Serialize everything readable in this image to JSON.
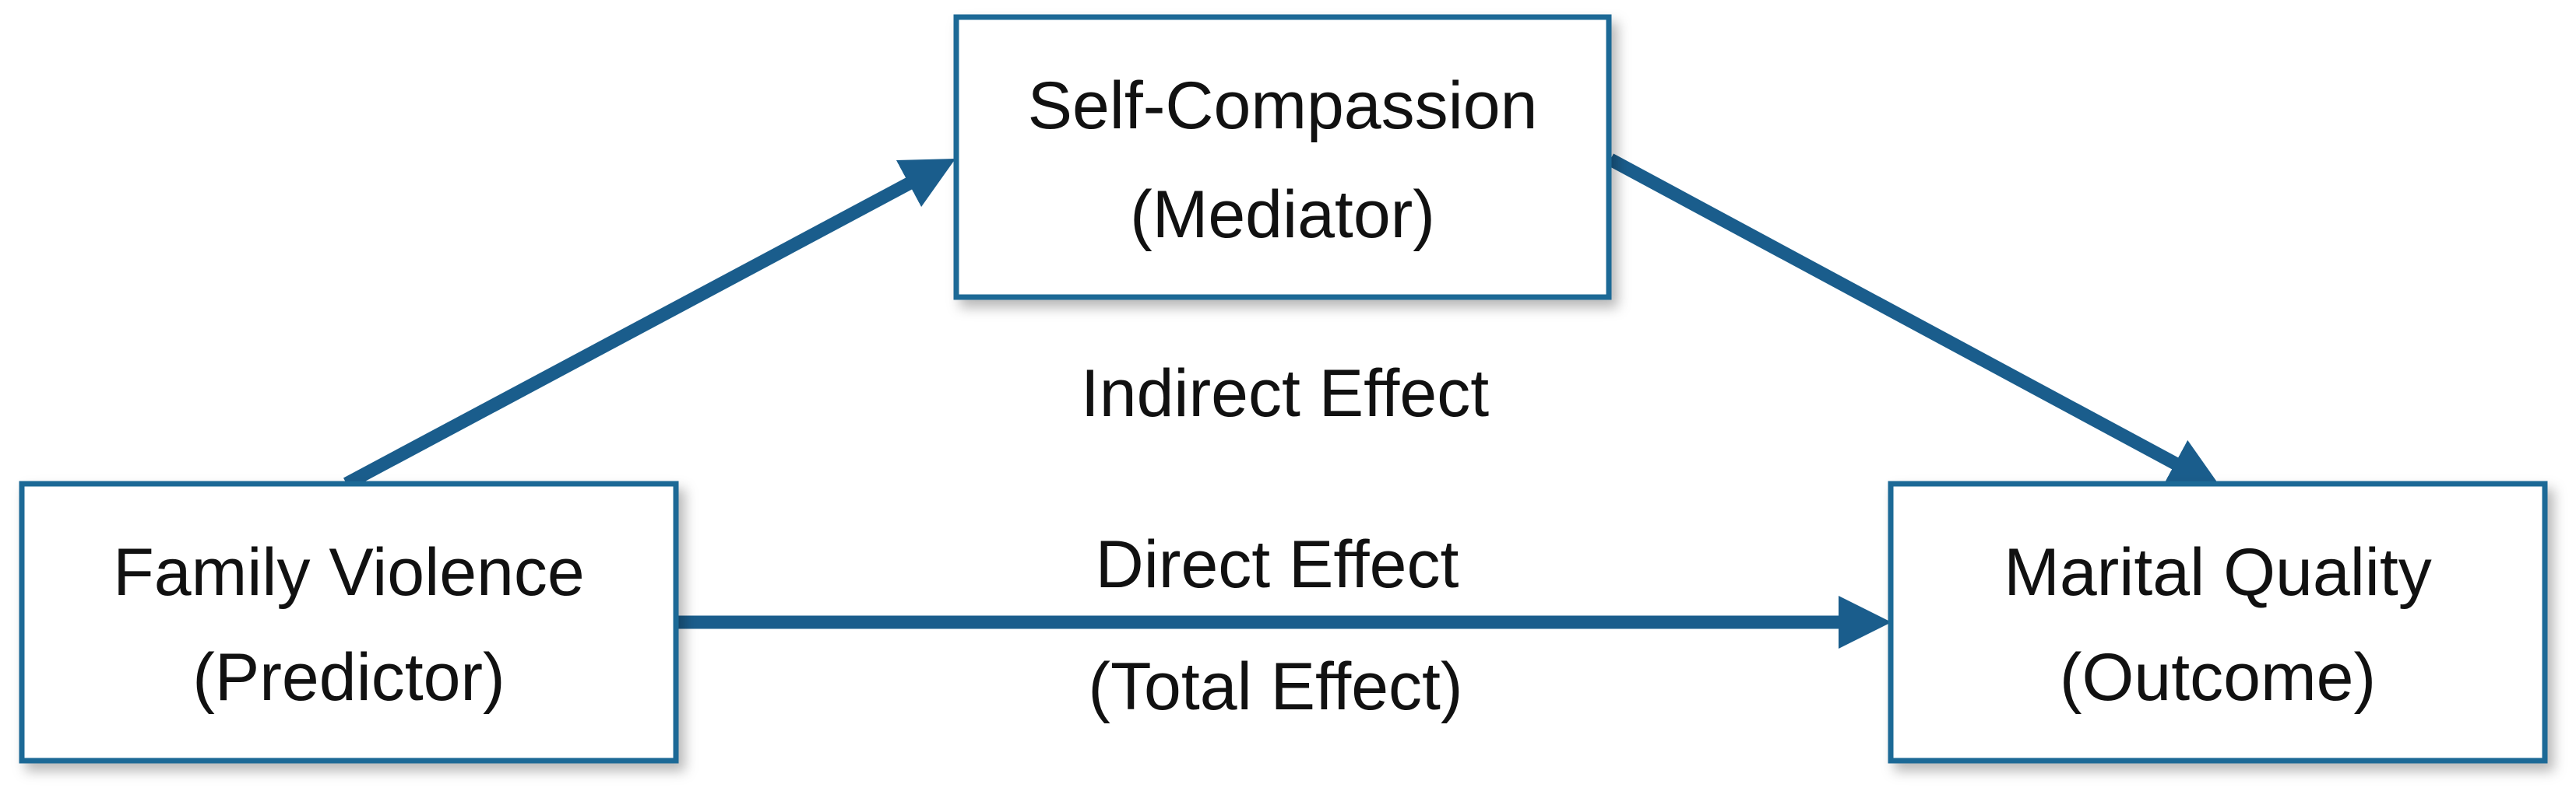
{
  "colors": {
    "box_border": "#1f6996",
    "arrow": "#1a5d8c",
    "text": "#111111",
    "background": "#ffffff"
  },
  "nodes": {
    "mediator": {
      "line1": "Self-Compassion",
      "line2": "(Mediator)"
    },
    "predictor": {
      "line1": "Family Violence",
      "line2": "(Predictor)"
    },
    "outcome": {
      "line1": "Marital Quality",
      "line2": "(Outcome)"
    }
  },
  "edges": {
    "predictor_to_mediator": {
      "from": "predictor",
      "to": "mediator"
    },
    "mediator_to_outcome": {
      "from": "mediator",
      "to": "outcome"
    },
    "predictor_to_outcome": {
      "from": "predictor",
      "to": "outcome"
    }
  },
  "labels": {
    "indirect": "Indirect Effect",
    "direct": "Direct Effect",
    "total": "(Total Effect)"
  }
}
